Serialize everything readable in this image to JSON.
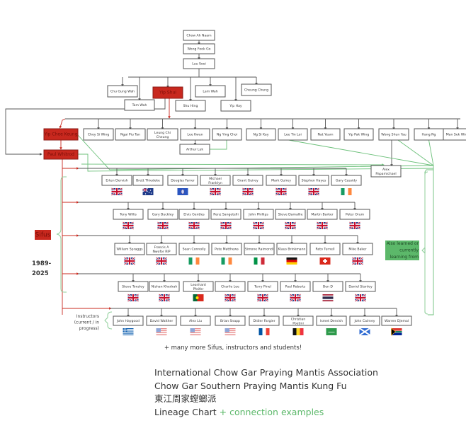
{
  "lineage": {
    "founders": [
      "Chow Ah Naam",
      "Wong Fook Go",
      "Lau Soei"
    ],
    "gen3": [
      "Chu Gung Wah",
      "Tam Wah",
      "Yip Shui",
      "Shu Hing",
      "Lam Wah",
      "Yip Hay",
      "Cheung Chung"
    ],
    "gen4_head": "Yip Chee Keung",
    "gen4": [
      "Choy Si Wing",
      "Ngai Piu Tan",
      "Leung Chi Cheung",
      "Lee Kwun",
      "Ng Ying Choi",
      "Ng Si Kay",
      "Lee Tin Loi",
      "Nat Yearn",
      "Yip Pak Wing",
      "Wong Shun Yau",
      "Hang Ng",
      "Man Sek Wing"
    ],
    "arthur": "Arthur Luk",
    "alex": "Alex Papamichael",
    "gen5_head": "Paul Whitrod"
  },
  "sifus_rows": [
    [
      {
        "name": "Erten Dervish",
        "flag": "uk"
      },
      {
        "name": "Brett Thiedeke",
        "flag": "au"
      },
      {
        "name": "Douglas Farrer",
        "flag": "guam"
      },
      {
        "name": "Michael Franklyn",
        "flag": "uk"
      },
      {
        "name": "Grant Guirey",
        "flag": "uk"
      },
      {
        "name": "Mark Guirey",
        "flag": "uk"
      },
      {
        "name": "Stephen Hayes",
        "flag": "uk"
      },
      {
        "name": "Gary Cassidy",
        "flag": "ie"
      }
    ],
    [
      {
        "name": "Tony   Willis",
        "flag": "uk"
      },
      {
        "name": "Gary Buckley",
        "flag": "uk"
      },
      {
        "name": "Elvis Gentles",
        "flag": "uk"
      },
      {
        "name": "Renz Sangetelli",
        "flag": "uk"
      },
      {
        "name": "John Phillips",
        "flag": "uk"
      },
      {
        "name": "Steve Damallie",
        "flag": "uk"
      },
      {
        "name": "Martin Barker",
        "flag": "uk"
      },
      {
        "name": "Peter Orum",
        "flag": "uk"
      }
    ],
    [
      {
        "name": "William Spraggs",
        "flag": "uk"
      },
      {
        "name": "Francis A Nwofor RIP",
        "flag": "uk"
      },
      {
        "name": "Sean Connolly",
        "flag": "ie"
      },
      {
        "name": "Pete Matthews",
        "flag": "ie"
      },
      {
        "name": "Simone Raimondi",
        "flag": "it"
      },
      {
        "name": "Klaus Brinkmann",
        "flag": "de"
      },
      {
        "name": "Reto Turnell",
        "flag": "ch"
      },
      {
        "name": "Mike Baker",
        "flag": "uk"
      }
    ],
    [
      {
        "name": "Steve Tonsley",
        "flag": "uk"
      },
      {
        "name": "Nishan Khedrah",
        "flag": "uk"
      },
      {
        "name": "Leonhard Pfeifer",
        "flag": "pt"
      },
      {
        "name": "Charlie Lee",
        "flag": "uk"
      },
      {
        "name": "Terry Pinel",
        "flag": "uk"
      },
      {
        "name": "Paul Roberts",
        "flag": "uk"
      },
      {
        "name": "Ben D",
        "flag": "th"
      },
      {
        "name": "Daniel Stanley",
        "flag": "uk"
      }
    ]
  ],
  "instructors": [
    {
      "name": "John Haygood",
      "flag": "gr"
    },
    {
      "name": "David Walther",
      "flag": "us"
    },
    {
      "name": "Alex Liu",
      "flag": "us"
    },
    {
      "name": "Brian Snapp",
      "flag": "us"
    },
    {
      "name": "Didier Fargier",
      "flag": "fr"
    },
    {
      "name": "Christian Poetini",
      "flag": "be"
    },
    {
      "name": "Ismet Dervish",
      "flag": "sa"
    },
    {
      "name": "John Cairney",
      "flag": "sco"
    },
    {
      "name": "Warren Djemal",
      "flag": "za"
    }
  ],
  "labels": {
    "sifus": "Sifus",
    "years_line1": "1989-",
    "years_line2": "2025",
    "instructors_line1": "Instructors",
    "instructors_line2": "(current / in",
    "instructors_line3": "progress)",
    "also_line1": "Also learned or",
    "also_line2": "currently",
    "also_line3": "learning from",
    "more": "+ many more Sifus, instructors and students!"
  },
  "footer": {
    "line1": "International Chow Gar Praying Mantis Association",
    "line2": "Chow Gar Southern Praying Mantis Kung Fu",
    "line3": "東江周家螳螂派",
    "line4a": "Lineage Chart",
    "line4b": " + connection examples"
  },
  "colors": {
    "red": "#c8281e",
    "green": "#6cc07a",
    "highlight_green": "#5cb86a"
  }
}
